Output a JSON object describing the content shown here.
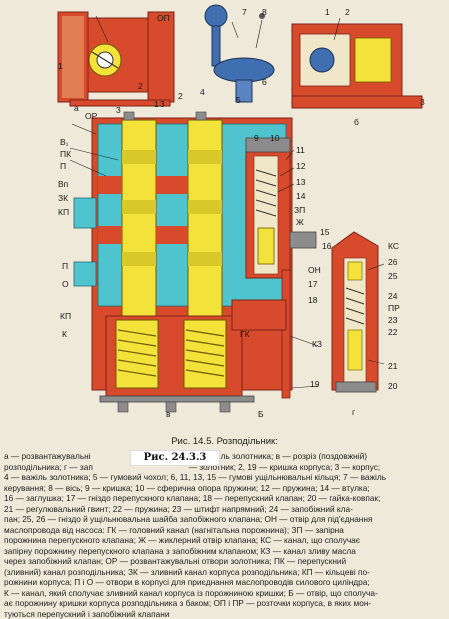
{
  "figure": {
    "caption": "Рис. 14.5. Розподільник:",
    "stamp": "Рис. 24.3.3",
    "view_labels": {
      "a": "а",
      "b": "б",
      "v": "в",
      "g": "г"
    },
    "callouts": {
      "op": "ОР",
      "op_top": "ОП",
      "n7": "7",
      "n8": "8",
      "n4": "4",
      "n5": "5",
      "n6": "6",
      "n2a": "2",
      "n1a": "1",
      "n2": "2",
      "n3": "3",
      "n1b": "1",
      "n3b": "3",
      "n3c": "3",
      "n1c": "1",
      "n2b": "2",
      "v1": "В₁",
      "pk": "ПК",
      "p": "П",
      "vp": "Вп",
      "zk": "ЗК",
      "kp": "КП",
      "p2": "П",
      "o": "О",
      "kp2": "КП",
      "k": "К",
      "n9": "9",
      "n10": "10",
      "n11": "11",
      "n12": "12",
      "n13": "13",
      "n14": "14",
      "zp": "ЗП",
      "zh": "Ж",
      "n15": "15",
      "n16": "16",
      "on": "ОН",
      "n17": "17",
      "n18": "18",
      "n19": "19",
      "gk": "ГК",
      "kz": "КЗ",
      "b": "Б",
      "ks": "КС",
      "n26": "26",
      "n25": "25",
      "n24": "24",
      "pr": "ПР",
      "n23": "23",
      "n22": "22",
      "n21": "21",
      "n20": "20"
    },
    "colors": {
      "housing": "#d84a2c",
      "section": "#4fc4cf",
      "valve": "#f3e23a",
      "lever": "#3f6fb0",
      "metal": "#8c8c8c",
      "background": "#efe9d9"
    }
  },
  "legend_lines": [
    {
      "left": "а — розвантажувальні",
      "right": "б — важіль золотника; в — розріз (поздовжній)"
    },
    {
      "left": "розподільника; г — зап",
      "right": "— золотник; 2, 19 — кришка корпуса; 3 — корпус;"
    },
    {
      "left": "4 — важіль золотника; 5 — гумовий чохол; 6, 11, 13, 15 — гумові ущільнювальні кільця; 7 — важіль",
      "right": ""
    },
    {
      "left": "керування; 8 — вісь; 9 — кришка; 10 — сферична опора пружини; 12 — пружина; 14 — втулка;",
      "right": ""
    },
    {
      "left": "16 — заглушка; 17 — гніздо перепускного клапана; 18 — перепускний клапан; 20 — гайка-ковпак;",
      "right": ""
    },
    {
      "left": "21 — регулювальний гвинт; 22 — пружина; 23 — штифт напрямний; 24 — запобіжний кла-",
      "right": ""
    },
    {
      "left": "пан; 25, 26 — гніздо й ущільнювальна шайба запобіжного клапана; ОН — отвір для під'єднання",
      "right": ""
    },
    {
      "left": "маслопровода від насоса: ГК — головний канал (нагнітальна порожнина); ЗП — запірна",
      "right": ""
    },
    {
      "left": "порожнина перепускного клапана; Ж — жиклерний отвір клапана; КС — канал, що сполучає",
      "right": ""
    },
    {
      "left": "запірну порожнину перепускного клапана з запобіжним клапаном; КЗ — канал зливу масла",
      "right": ""
    },
    {
      "left": "через запобіжний клапан; ОР — розвантажувальні отвори золотника; ПК — перепускний",
      "right": ""
    },
    {
      "left": "(зливний) канал розподільника; ЗК — зливний канал корпуса розподільника; КП — кільцеві по-",
      "right": ""
    },
    {
      "left": "рожнини корпуса; П і О — отвори в корпусі для приєднання маслопроводів силового циліндра;",
      "right": ""
    },
    {
      "left": "К — канал, який сполучає зливний канал корпуса із порожниною кришки; Б — отвір, що сполуча-",
      "right": ""
    },
    {
      "left": "ає порожнину кришки корпуса розподільника з баком; ОП і ПР — розточки корпуса, в яких мон-",
      "right": ""
    },
    {
      "left": "туються перепускний і запобіжний клапани",
      "right": ""
    }
  ]
}
